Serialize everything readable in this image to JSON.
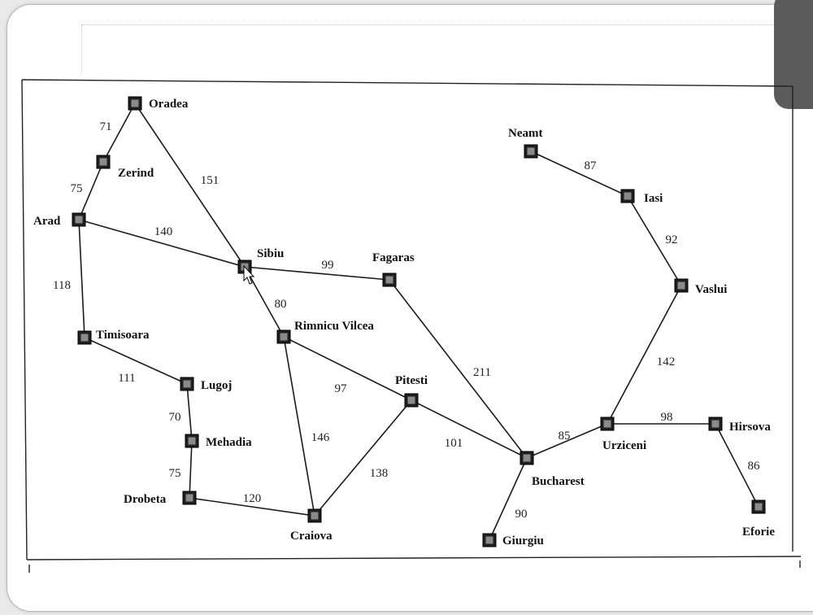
{
  "map": {
    "cities": [
      {
        "id": "oradea",
        "name": "Oradea"
      },
      {
        "id": "zerind",
        "name": "Zerind"
      },
      {
        "id": "arad",
        "name": "Arad"
      },
      {
        "id": "sibiu",
        "name": "Sibiu"
      },
      {
        "id": "fagaras",
        "name": "Fagaras"
      },
      {
        "id": "timisoara",
        "name": "Timisoara"
      },
      {
        "id": "rimnicu",
        "name": "Rimnicu Vilcea"
      },
      {
        "id": "lugoj",
        "name": "Lugoj"
      },
      {
        "id": "mehadia",
        "name": "Mehadia"
      },
      {
        "id": "drobeta",
        "name": "Drobeta"
      },
      {
        "id": "craiova",
        "name": "Craiova"
      },
      {
        "id": "pitesti",
        "name": "Pitesti"
      },
      {
        "id": "bucharest",
        "name": "Bucharest"
      },
      {
        "id": "giurgiu",
        "name": "Giurgiu"
      },
      {
        "id": "urziceni",
        "name": "Urziceni"
      },
      {
        "id": "hirsova",
        "name": "Hirsova"
      },
      {
        "id": "eforie",
        "name": "Eforie"
      },
      {
        "id": "vaslui",
        "name": "Vaslui"
      },
      {
        "id": "iasi",
        "name": "Iasi"
      },
      {
        "id": "neamt",
        "name": "Neamt"
      }
    ],
    "roads": [
      {
        "from": "oradea",
        "to": "zerind",
        "distance": "71"
      },
      {
        "from": "zerind",
        "to": "arad",
        "distance": "75"
      },
      {
        "from": "oradea",
        "to": "sibiu",
        "distance": "151"
      },
      {
        "from": "arad",
        "to": "sibiu",
        "distance": "140"
      },
      {
        "from": "arad",
        "to": "timisoara",
        "distance": "118"
      },
      {
        "from": "sibiu",
        "to": "fagaras",
        "distance": "99"
      },
      {
        "from": "sibiu",
        "to": "rimnicu",
        "distance": "80"
      },
      {
        "from": "timisoara",
        "to": "lugoj",
        "distance": "111"
      },
      {
        "from": "lugoj",
        "to": "mehadia",
        "distance": "70"
      },
      {
        "from": "mehadia",
        "to": "drobeta",
        "distance": "75"
      },
      {
        "from": "drobeta",
        "to": "craiova",
        "distance": "120"
      },
      {
        "from": "rimnicu",
        "to": "craiova",
        "distance": "146"
      },
      {
        "from": "rimnicu",
        "to": "pitesti",
        "distance": "97"
      },
      {
        "from": "craiova",
        "to": "pitesti",
        "distance": "138"
      },
      {
        "from": "pitesti",
        "to": "bucharest",
        "distance": "101"
      },
      {
        "from": "fagaras",
        "to": "bucharest",
        "distance": "211"
      },
      {
        "from": "bucharest",
        "to": "giurgiu",
        "distance": "90"
      },
      {
        "from": "bucharest",
        "to": "urziceni",
        "distance": "85"
      },
      {
        "from": "urziceni",
        "to": "hirsova",
        "distance": "98"
      },
      {
        "from": "hirsova",
        "to": "eforie",
        "distance": "86"
      },
      {
        "from": "urziceni",
        "to": "vaslui",
        "distance": "142"
      },
      {
        "from": "vaslui",
        "to": "iasi",
        "distance": "92"
      },
      {
        "from": "iasi",
        "to": "neamt",
        "distance": "87"
      }
    ]
  }
}
